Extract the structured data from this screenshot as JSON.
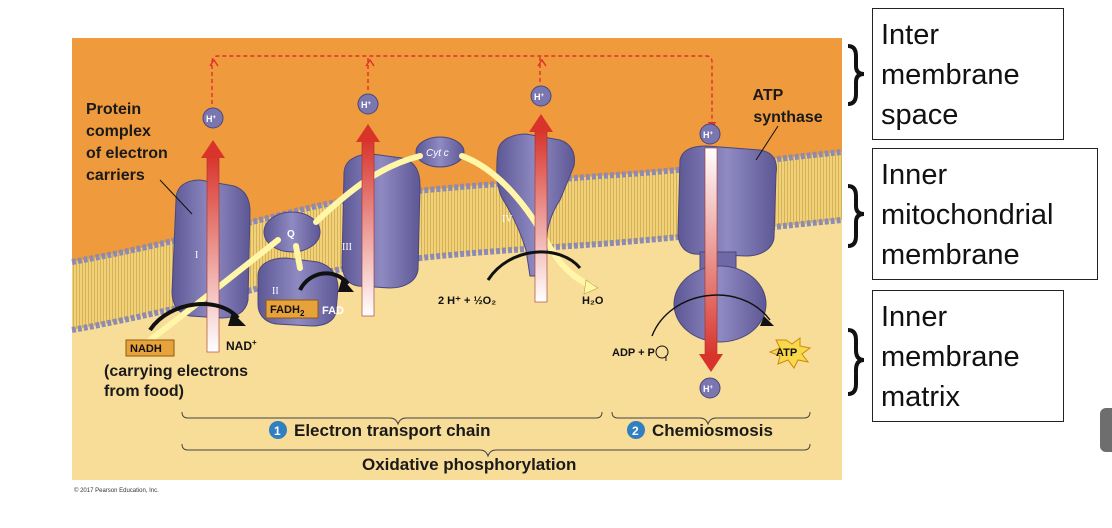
{
  "diagram": {
    "labels": {
      "protein_complex": [
        "Protein",
        "complex",
        "of electron",
        "carriers"
      ],
      "atp_synthase": [
        "ATP",
        "synthase"
      ],
      "hplus": "H",
      "hplus_sup": "+",
      "complex_1": "I",
      "complex_2": "II",
      "complex_3": "III",
      "complex_4": "IV",
      "q": "Q",
      "cyt_c": "Cyt c",
      "fadh2": "FADH",
      "fadh2_sub": "2",
      "fad": "FAD",
      "nadh": "NADH",
      "nad_plus": "NAD",
      "nad_plus_sup": "+",
      "carrying": [
        "(carrying electrons",
        "from food)"
      ],
      "oxygen_reaction": "2 H⁺ + ½O₂",
      "water": "H₂O",
      "adp_pi": "ADP + P",
      "adp_pi_sub": "i",
      "atp": "ATP",
      "step1_num": "1",
      "step1_label": "Electron transport chain",
      "step2_num": "2",
      "step2_label": "Chemiosmosis",
      "overall": "Oxidative phosphorylation",
      "copyright": "© 2017 Pearson Education, Inc."
    },
    "colors": {
      "intermembrane": "#ef9a3c",
      "matrix": "#f8dd98",
      "membrane": "#f1d278",
      "protein": "#6f6aa6",
      "proton_arrow": "#d8342b",
      "electron_path": "#fff6a8",
      "step_number": "#2f7fc1"
    }
  },
  "side_boxes": {
    "inter": [
      "Inter",
      "membrane",
      "space"
    ],
    "inner": [
      "Inner",
      "mitochondrial",
      "membrane"
    ],
    "matrix": [
      "Inner",
      "membrane",
      "matrix"
    ]
  }
}
